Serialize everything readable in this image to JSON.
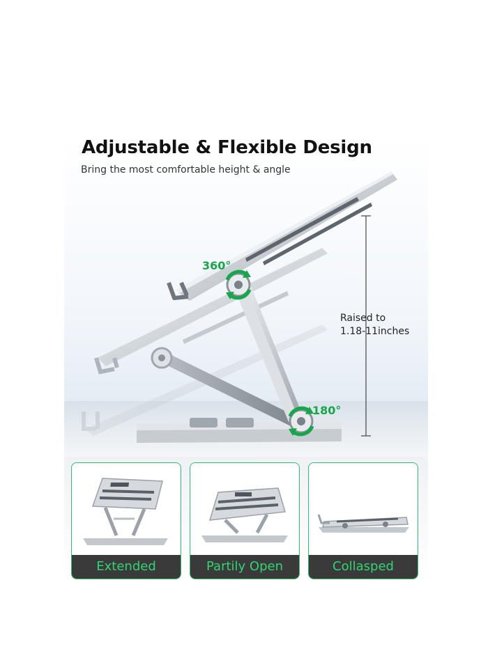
{
  "header": {
    "title": "Adjustable & Flexible Design",
    "subtitle": "Bring the most comfortable height & angle"
  },
  "annotations": {
    "top_angle": "360°",
    "bottom_angle": "180°",
    "raise_line1": "Raised to",
    "raise_line2": "1.18-11inches"
  },
  "modes": [
    {
      "label": "Extended"
    },
    {
      "label": "Partily Open"
    },
    {
      "label": "Collasped"
    }
  ],
  "colors": {
    "accent": "#17a64b",
    "label_bg": "#3a3a3a",
    "label_text": "#2ed673",
    "aluminum": "#c9ced3"
  }
}
